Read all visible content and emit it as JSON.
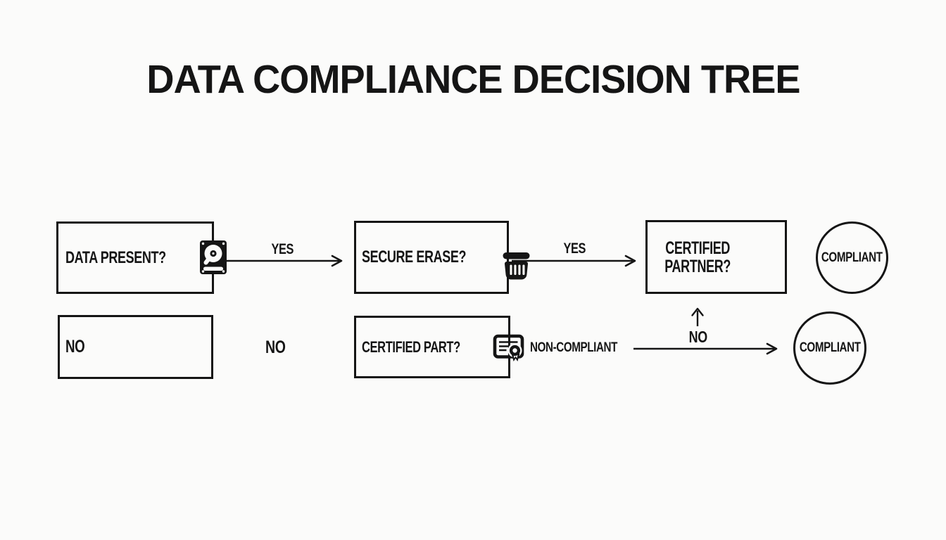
{
  "title": "DATA COMPLIANCE DECISION TREE",
  "colors": {
    "ink": "#151515",
    "background": "#fbfbfa"
  },
  "flowchart": {
    "row1": {
      "data_present_label": "DATA PRESENT?",
      "yes1_label": "YES",
      "secure_erase_label": "SECURE ERASE?",
      "yes2_label": "YES",
      "certified_partner_line1": "CERTIFIED",
      "certified_partner_line2": "PARTNER?",
      "compliant_label": "COMPLIANT"
    },
    "row2": {
      "no_box_label": "NO",
      "no_between_label": "NO",
      "certified_part_label": "CERTIFIED PART?",
      "non_compliant_label": "NON-COMPLIANT",
      "no_up_label": "NO",
      "compliant_label": "COMPLIANT"
    },
    "icons": {
      "data_present": "hard-drive-icon",
      "secure_erase": "trash-bin-icon",
      "certified_part": "certificate-icon"
    }
  }
}
